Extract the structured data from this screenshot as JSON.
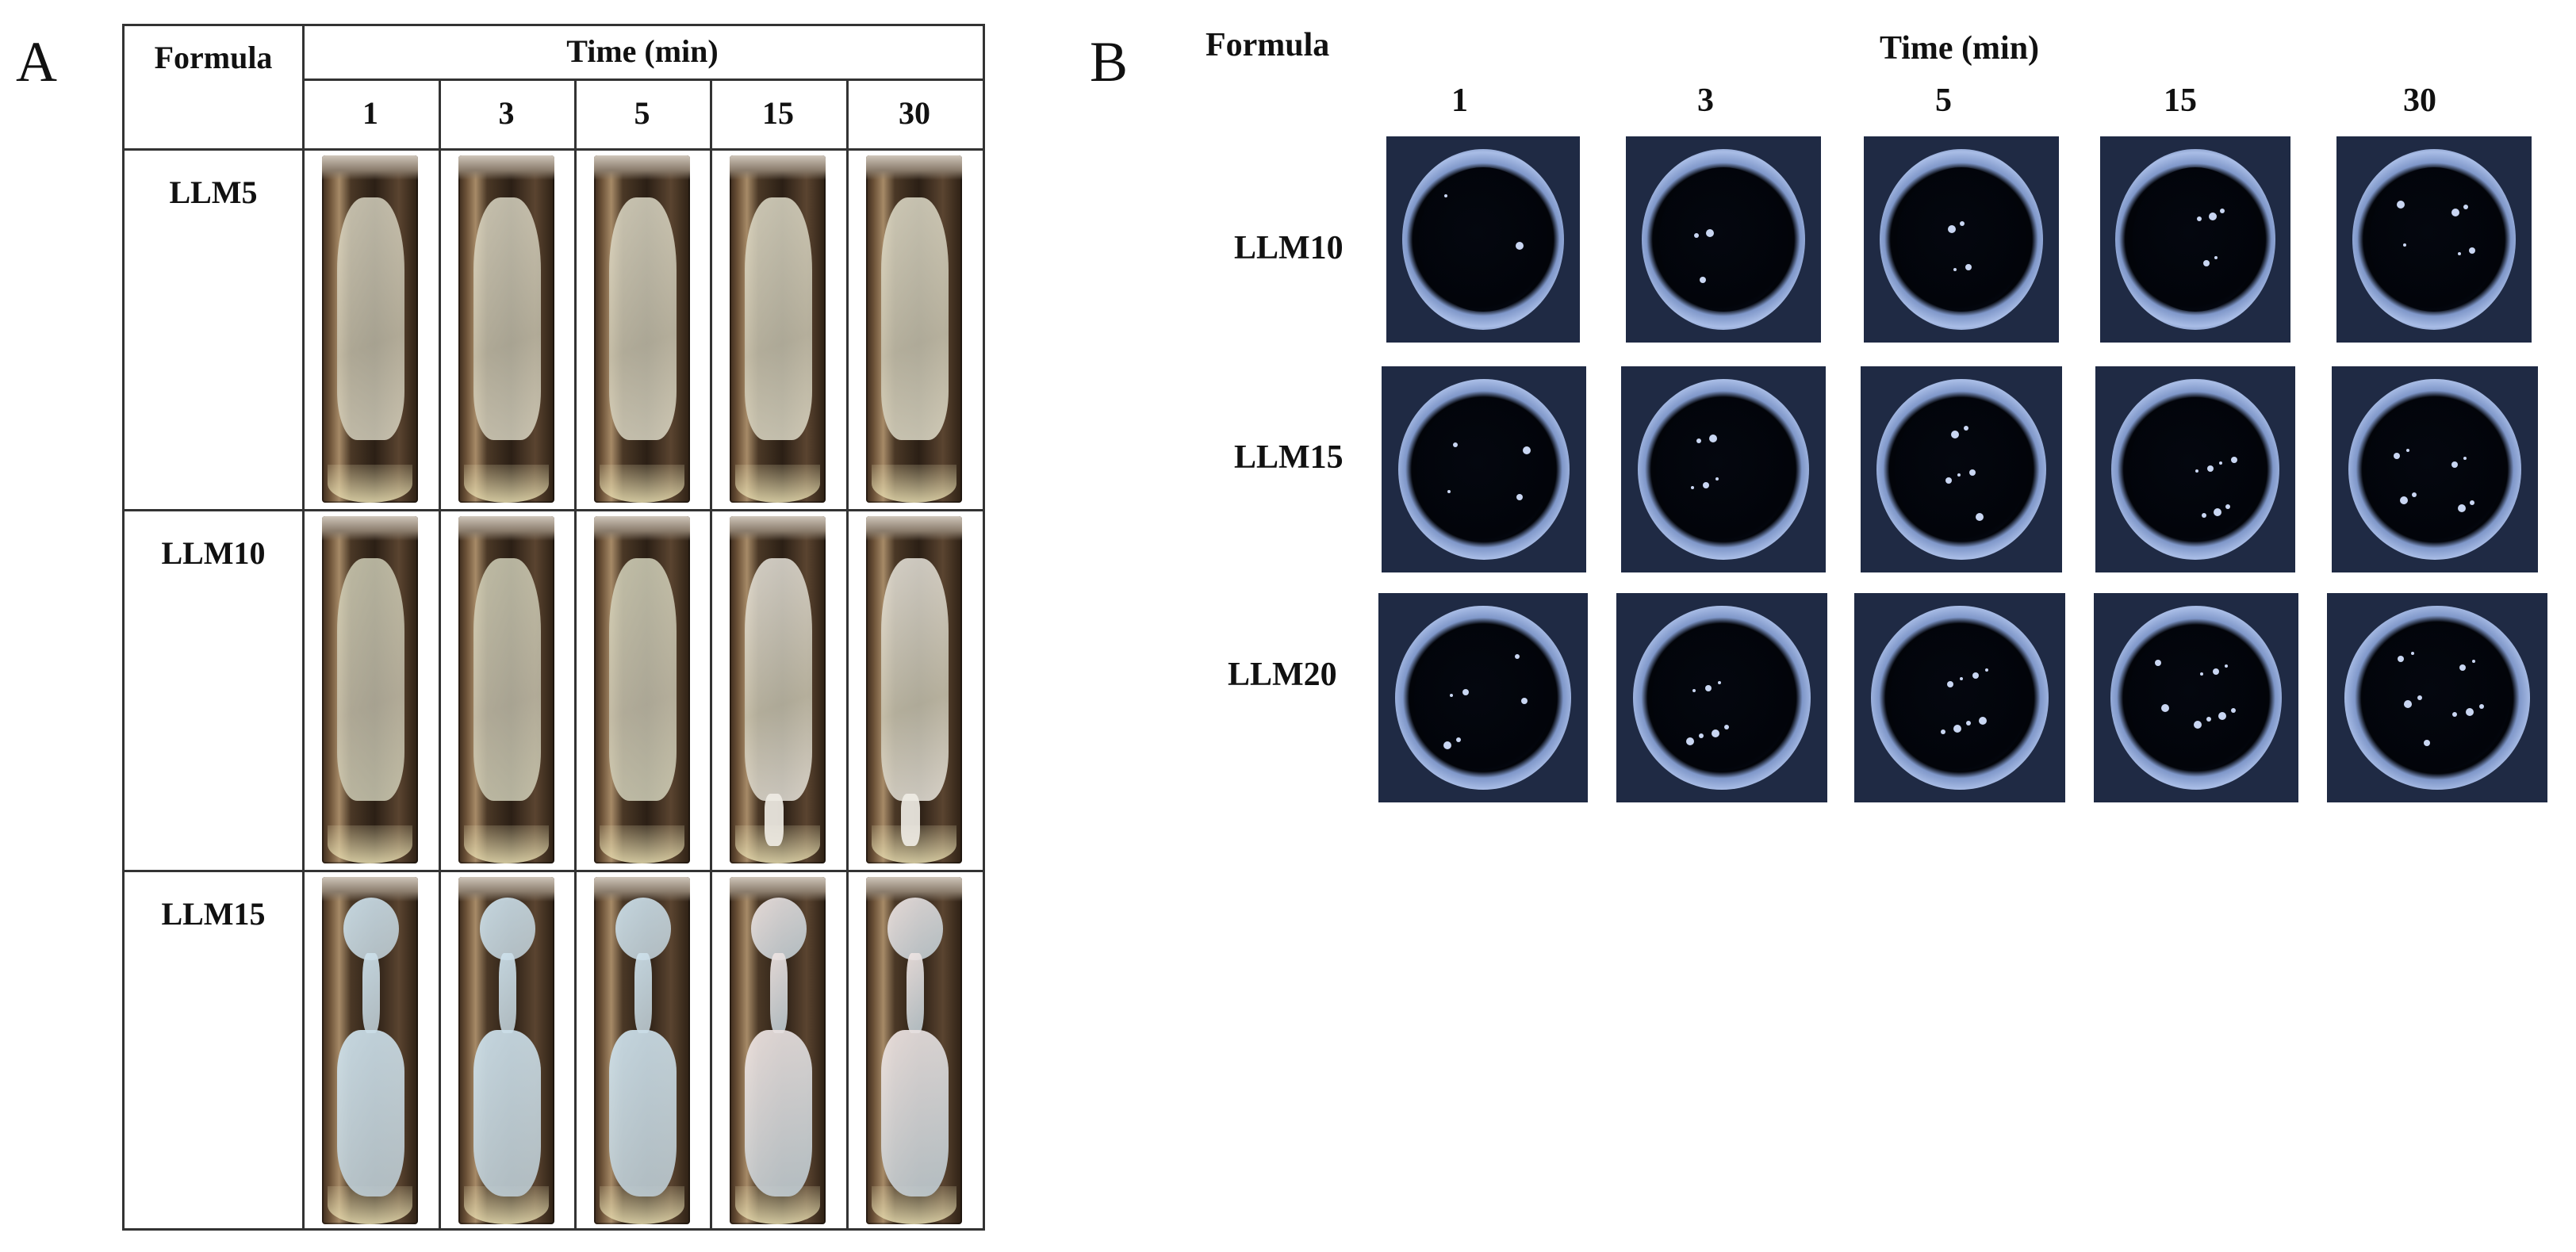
{
  "figure": {
    "panel_a_letter": "A",
    "panel_b_letter": "B"
  },
  "panel_a": {
    "header": {
      "formula_label": "Formula",
      "time_label": "Time (min)",
      "times": [
        "1",
        "3",
        "5",
        "15",
        "30"
      ]
    },
    "rows": [
      {
        "label": "LLM5",
        "film_color": "#e6e3d0",
        "shape": "single"
      },
      {
        "label": "LLM10",
        "film_color": "#dcdcc4",
        "shape": "single"
      },
      {
        "label": "LLM15",
        "film_color": "#cfe3ee",
        "shape": "double"
      }
    ]
  },
  "panel_b": {
    "formula_label": "Formula",
    "time_label": "Time (min)",
    "times": [
      "1",
      "3",
      "5",
      "15",
      "30"
    ],
    "rows": [
      {
        "label": "LLM10"
      },
      {
        "label": "LLM15"
      },
      {
        "label": "LLM20"
      }
    ]
  },
  "colors": {
    "grid": "#333333",
    "dish_background": "#1f2a44",
    "dish_ring": "#a9bde6",
    "dish_center": "#02040a"
  }
}
